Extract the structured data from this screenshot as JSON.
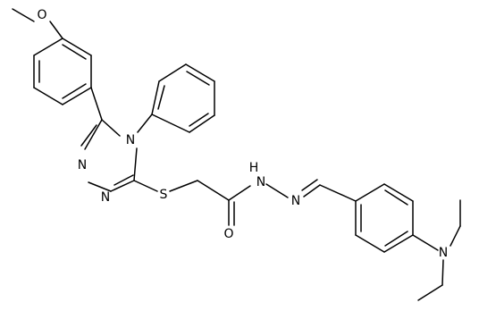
{
  "structure": {
    "atom_labels": {
      "O_methoxy": "O",
      "N4": "N",
      "N1": "N",
      "N2": "N",
      "S": "S",
      "O_carbonyl": "O",
      "NH": "H",
      "NH_N": "N",
      "N_imine": "N",
      "N_amine": "N"
    },
    "colors": {
      "bond": "#000000",
      "label": "#000000",
      "background": "#ffffff"
    }
  }
}
